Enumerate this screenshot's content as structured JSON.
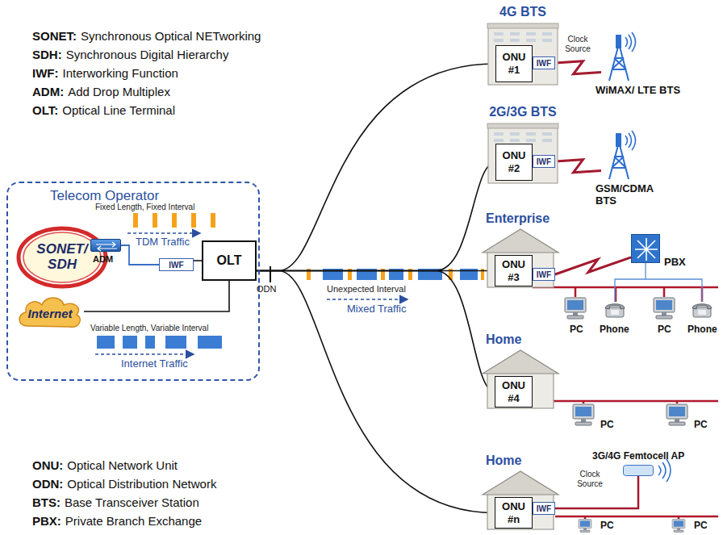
{
  "diagram": {
    "nodes": [
      {
        "text": [
          "Telecom Operator"
        ]
      },
      {
        "text": [
          "SONET/ SDH"
        ],
        "in": 0
      },
      {
        "text": [
          "ADM"
        ],
        "in": 0
      },
      {
        "text": [
          "IWF"
        ],
        "in": 0
      },
      {
        "text": [
          "OLT"
        ],
        "in": 0
      },
      {
        "text": [
          "Internet"
        ],
        "in": 0
      },
      {
        "text": [
          "4G BTS"
        ]
      },
      {
        "text": [
          "ONU #1"
        ],
        "in": 6
      },
      {
        "text": [
          "IWF"
        ],
        "in": 6
      },
      {
        "text": [
          "WiMAX/ LTE BTS"
        ]
      },
      {
        "text": [
          "2G/3G BTS"
        ]
      },
      {
        "text": [
          "ONU #2"
        ],
        "in": 10
      },
      {
        "text": [
          "IWF"
        ],
        "in": 10
      },
      {
        "text": [
          "GSM/CDMA BTS"
        ]
      },
      {
        "text": [
          "Enterprise"
        ]
      },
      {
        "text": [
          "ONU #3"
        ],
        "in": 14
      },
      {
        "text": [
          "IWF"
        ],
        "in": 14
      },
      {
        "text": [
          "PBX"
        ]
      },
      {
        "text": [
          "Home"
        ]
      },
      {
        "text": [
          "ONU #4"
        ],
        "in": 18
      },
      {
        "text": [
          "Home"
        ]
      },
      {
        "text": [
          "ONU #n"
        ],
        "in": 20
      },
      {
        "text": [
          "IWF"
        ],
        "in": 20
      },
      {
        "text": [
          "3G/4G Femtocell AP"
        ]
      }
    ],
    "edges": [
      {
        "from": 2,
        "to": 3,
        "arrow": "none"
      },
      {
        "from": 3,
        "to": 4,
        "arrow": "none"
      },
      {
        "from": 5,
        "to": 4,
        "arrow": "none"
      },
      {
        "from": 4,
        "to": 7,
        "arrow": "none"
      },
      {
        "from": 4,
        "to": 11,
        "arrow": "none"
      },
      {
        "from": 4,
        "to": 15,
        "arrow": "none"
      },
      {
        "from": 4,
        "to": 19,
        "arrow": "none"
      },
      {
        "from": 4,
        "to": 21,
        "arrow": "none"
      },
      {
        "from": 8,
        "to": 9,
        "arrow": "none"
      },
      {
        "from": 12,
        "to": 13,
        "arrow": "none"
      },
      {
        "from": 16,
        "to": 17,
        "arrow": "none"
      },
      {
        "from": 22,
        "to": 23,
        "arrow": "none"
      }
    ],
    "labels": [
      "SONET:",
      "Synchronous Optical NETworking",
      "SDH:",
      "Synchronous Digital Hierarchy",
      "IWF:",
      "Interworking Function",
      "ADM:",
      "Add Drop Multiplex",
      "OLT:",
      "Optical Line Terminal",
      "ONU:",
      "Optical Network Unit",
      "ODN:",
      "Optical Distribution Network",
      "BTS:",
      "Base Transceiver Station",
      "PBX:",
      "Private Branch Exchange",
      "Fixed Length, Fixed Interval",
      "TDM Traffic",
      "Variable Length, Variable Interval",
      "Internet Traffic",
      "ODN",
      "Unexpected Interval",
      "Mixed Traffic",
      "Clock Source",
      "Clock Source",
      "PC",
      "Phone",
      "PC",
      "Phone",
      "PC",
      "PC",
      "PC",
      "PC"
    ]
  }
}
